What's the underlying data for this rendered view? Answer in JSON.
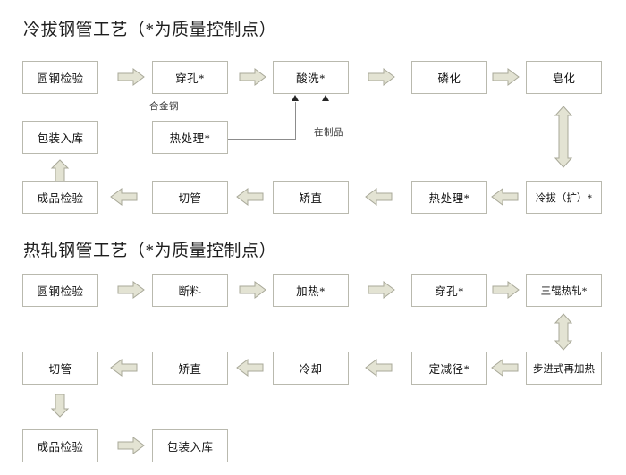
{
  "sections": [
    {
      "id": "cold-drawn",
      "title": "冷拔钢管工艺（*为质量控制点）",
      "nodes": [
        {
          "key": "cd_r1_1",
          "label": "圆钢检验"
        },
        {
          "key": "cd_r1_2",
          "label": "穿孔*"
        },
        {
          "key": "cd_r1_3",
          "label": "酸洗*"
        },
        {
          "key": "cd_r1_4",
          "label": "磷化"
        },
        {
          "key": "cd_r1_5",
          "label": "皂化"
        },
        {
          "key": "cd_r2_1",
          "label": "包装入库"
        },
        {
          "key": "cd_r2_2",
          "label": "热处理*"
        },
        {
          "key": "cd_r3_1",
          "label": "成品检验"
        },
        {
          "key": "cd_r3_2",
          "label": "切管"
        },
        {
          "key": "cd_r3_3",
          "label": "矫直"
        },
        {
          "key": "cd_r3_4",
          "label": "热处理*"
        },
        {
          "key": "cd_r3_5",
          "label": "冷拔（扩）*"
        }
      ],
      "edge_labels": [
        {
          "key": "cd_alloy",
          "text": "合金钢"
        },
        {
          "key": "cd_wip",
          "text": "在制品"
        }
      ]
    },
    {
      "id": "hot-rolled",
      "title": "热轧钢管工艺（*为质量控制点）",
      "nodes": [
        {
          "key": "hr_r1_1",
          "label": "圆钢检验"
        },
        {
          "key": "hr_r1_2",
          "label": "断料"
        },
        {
          "key": "hr_r1_3",
          "label": "加热*"
        },
        {
          "key": "hr_r1_4",
          "label": "穿孔*"
        },
        {
          "key": "hr_r1_5",
          "label": "三辊热轧*"
        },
        {
          "key": "hr_r2_1",
          "label": "切管"
        },
        {
          "key": "hr_r2_2",
          "label": "矫直"
        },
        {
          "key": "hr_r2_3",
          "label": "冷却"
        },
        {
          "key": "hr_r2_4",
          "label": "定减径*"
        },
        {
          "key": "hr_r2_5",
          "label": "步进式再加热"
        },
        {
          "key": "hr_r3_1",
          "label": "成品检验"
        },
        {
          "key": "hr_r3_2",
          "label": "包装入库"
        }
      ],
      "edge_labels": []
    }
  ],
  "icons": {
    "arrow_right": "block-arrow-right-icon",
    "arrow_left": "block-arrow-left-icon",
    "arrow_up": "block-arrow-up-icon",
    "arrow_down": "block-arrow-down-icon",
    "arrow_updown": "block-arrow-up-down-icon"
  },
  "colors": {
    "arrow_fill": "#e3e3d3",
    "arrow_stroke": "#a8a898",
    "node_border": "#b9b9ae",
    "background": "#ffffff",
    "text": "#1a1a1a",
    "connector": "#8c8c8c"
  }
}
